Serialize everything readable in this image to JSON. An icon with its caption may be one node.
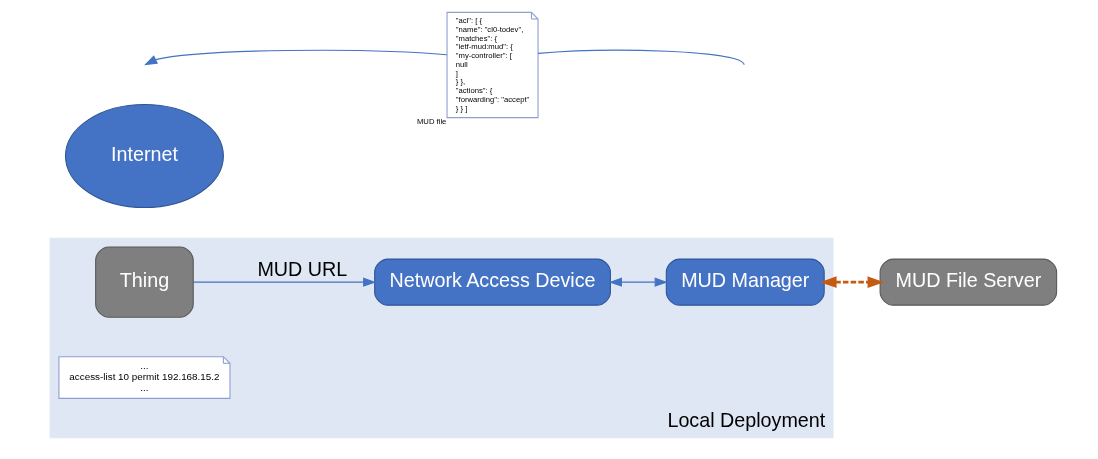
{
  "diagram": {
    "nodes": [
      {
        "text": [
          "Local Deployment"
        ]
      },
      {
        "text": [
          "Network Access Device"
        ],
        "in": 0
      },
      {
        "text": [
          "MUD Manager"
        ],
        "in": 0
      },
      {
        "text": [
          "Thing"
        ],
        "in": 0
      },
      {
        "text": [
          "...",
          "access-list 10 permit 192.168.15.2",
          "..."
        ],
        "in": 0
      },
      {
        "text": [
          "Internet"
        ]
      },
      {
        "text": [
          "MUD File Server"
        ]
      },
      {
        "text": [
          "\"acl\": [ {",
          "\"name\": \"cl0-todev\",",
          "\"matches\": {",
          "\"ietf-mud:mud\": {",
          "\"my-controller\": [",
          "null",
          "]",
          "} },",
          "\"actions\": {",
          "\"forwarding\": \"accept\"",
          "} } ]"
        ],
        "beside": [
          "MUD file"
        ]
      }
    ],
    "edges": [
      {
        "from": 3,
        "to": 1,
        "arrow": "to",
        "label": "MUD URL"
      },
      {
        "from": 1,
        "to": 2,
        "arrow": "both"
      },
      {
        "from": 2,
        "to": 6,
        "arrow": "both",
        "style": "dashed",
        "color": "#c55a11"
      },
      {
        "from": 7,
        "to": null,
        "arrow": "to"
      },
      {
        "from": null,
        "to": 7,
        "arrow": "none"
      }
    ]
  }
}
